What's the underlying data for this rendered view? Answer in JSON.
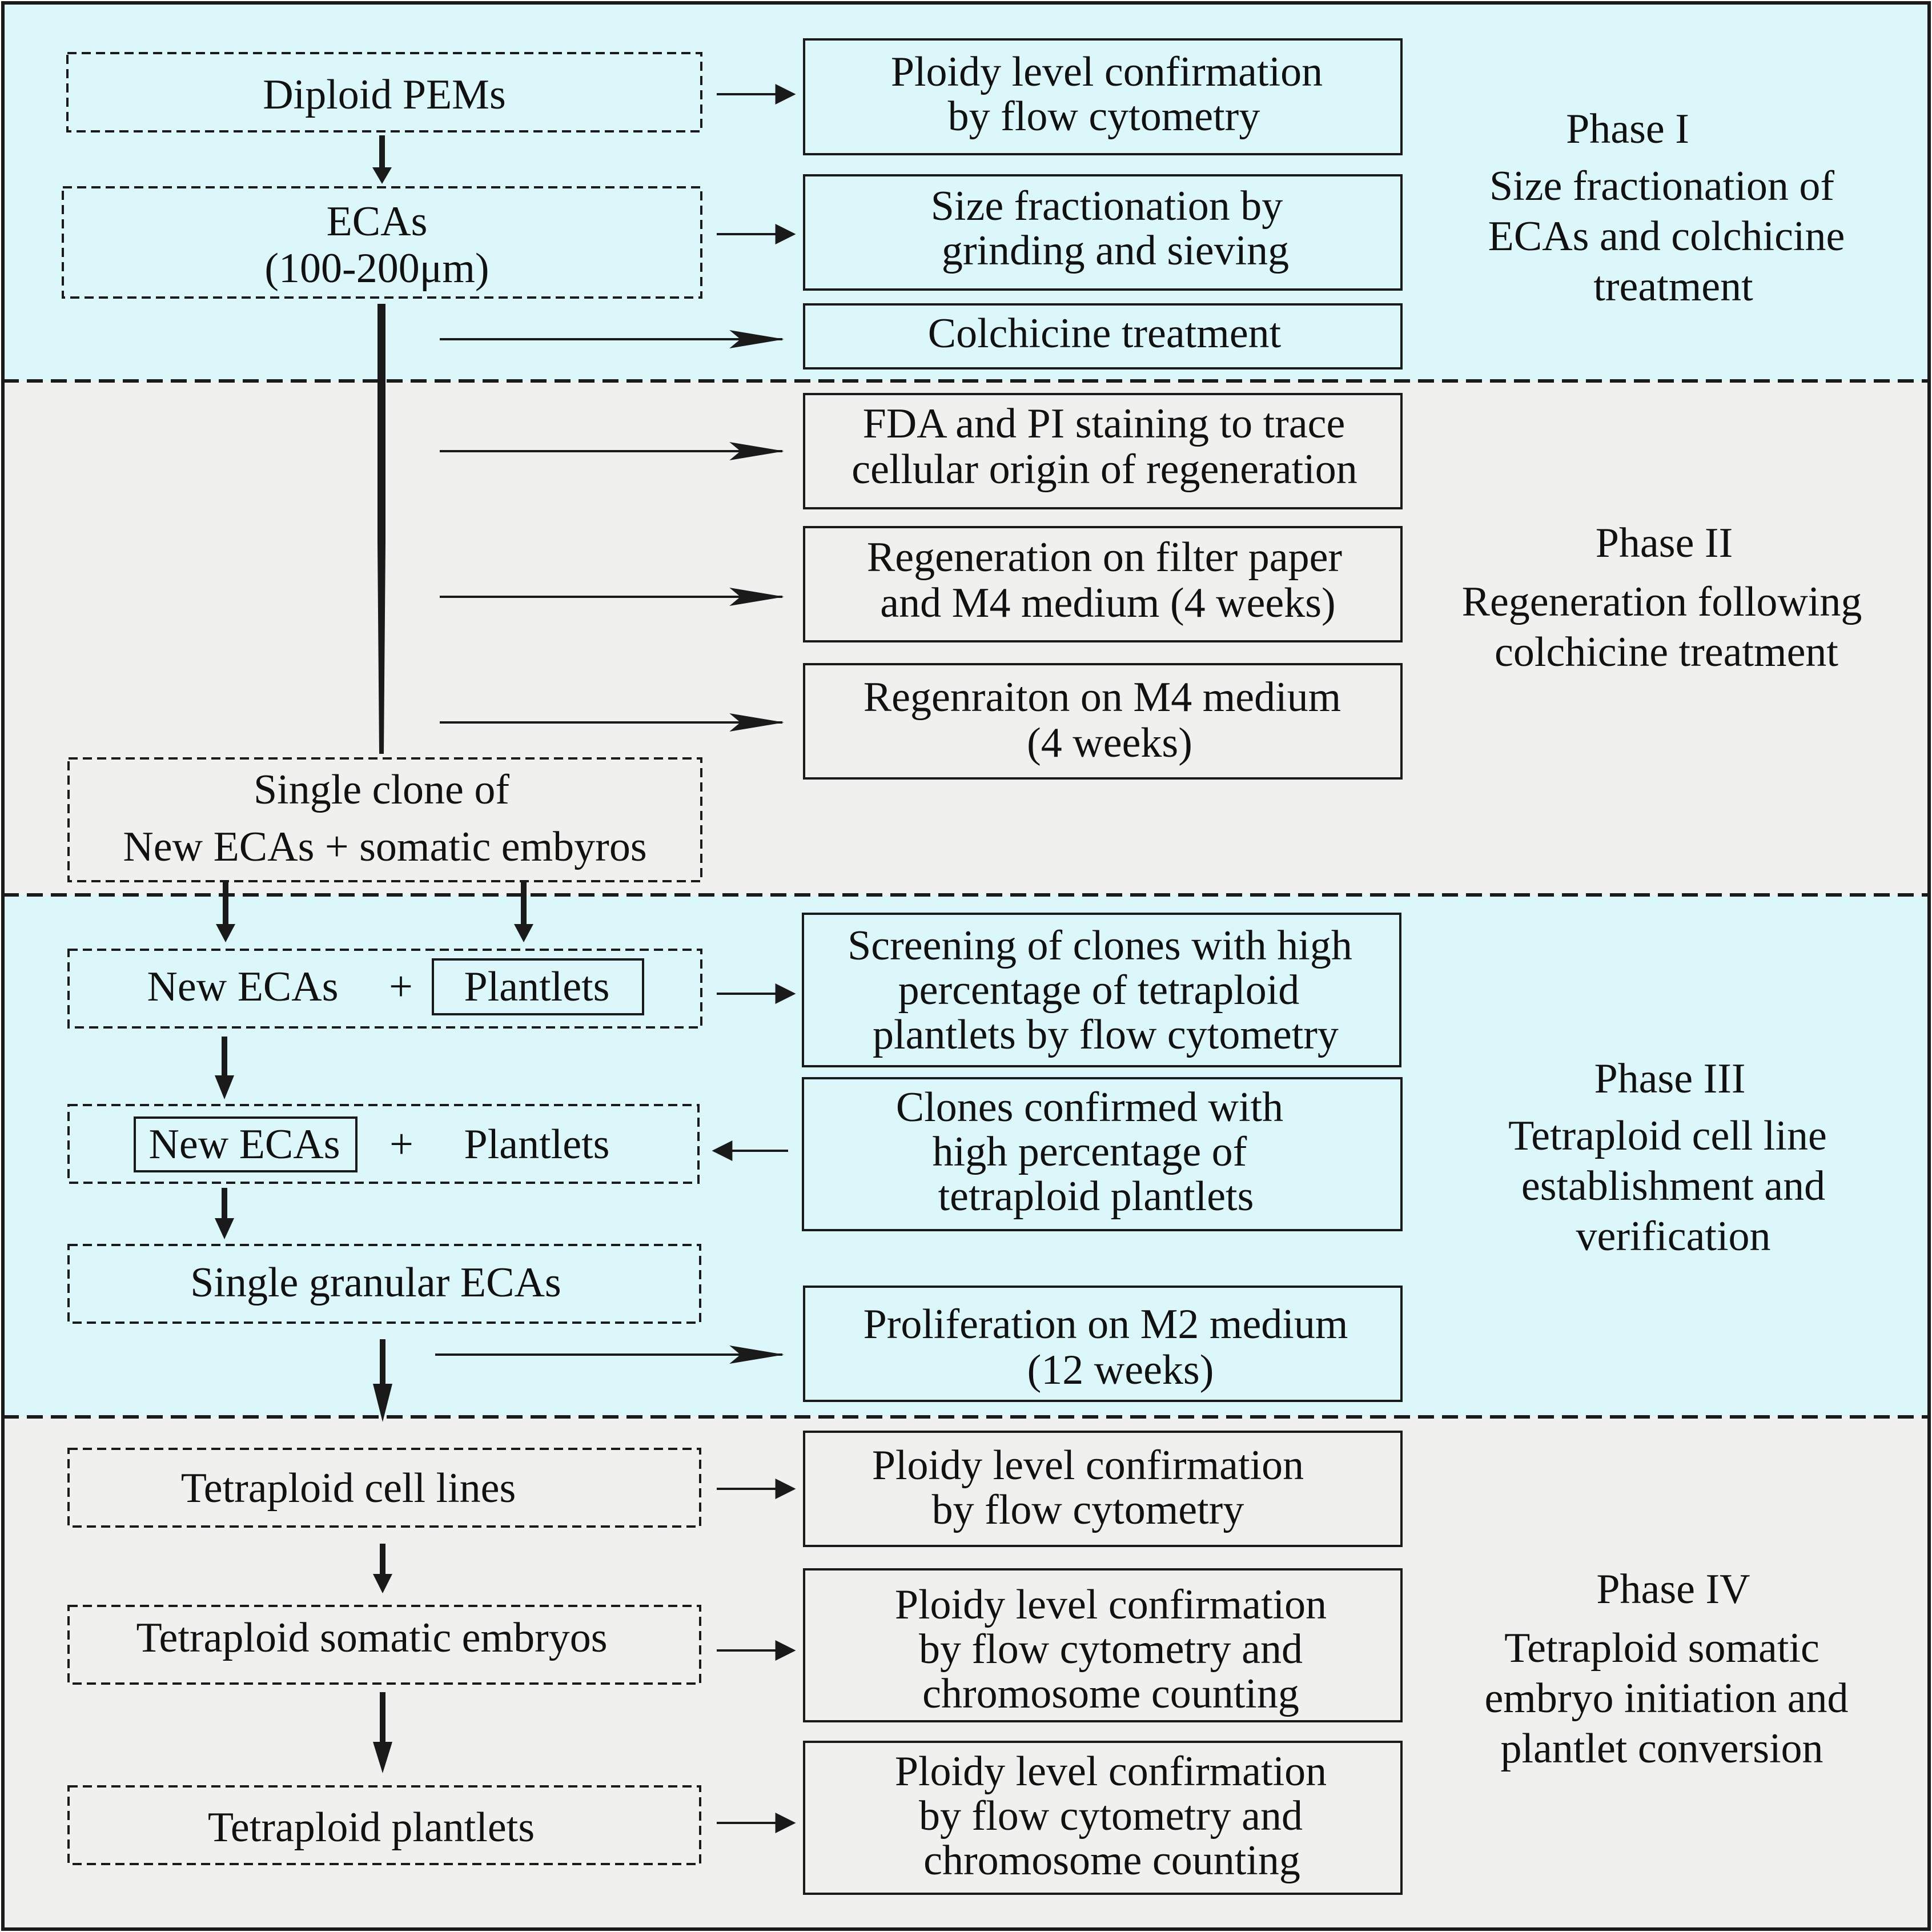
{
  "colors": {
    "phase_cyan": "#dcf7fa",
    "phase_gray": "#f0f0ef",
    "stroke": "#1a1a1a"
  },
  "phases": [
    {
      "label": "Phase I",
      "description": [
        "Size fractionation of",
        "ECAs  and colchicine",
        "treatment"
      ]
    },
    {
      "label": "Phase II",
      "description": [
        "Regeneration following",
        "colchicine treatment"
      ]
    },
    {
      "label": "Phase III",
      "description": [
        "Tetraploid cell line",
        "establishment and",
        "verification"
      ]
    },
    {
      "label": "Phase IV",
      "description": [
        "Tetraploid somatic",
        "embryo initiation and",
        "plantlet conversion"
      ]
    }
  ],
  "left_nodes": {
    "diploid_pems": [
      "Diploid PEMs"
    ],
    "ecas": [
      "ECAs",
      "(100-200μm)"
    ],
    "single_clone": [
      "Single clone of",
      "New ECAs + somatic embyros"
    ],
    "new_ecas_plantlets_1": {
      "left": "New ECAs",
      "plus": "+",
      "right": "Plantlets"
    },
    "new_ecas_plantlets_2": {
      "left": "New ECAs",
      "plus": "+",
      "right": "Plantlets"
    },
    "single_granular": [
      "Single granular ECAs"
    ],
    "tetraploid_cell_lines": [
      "Tetraploid  cell lines"
    ],
    "tetraploid_somatic_embryos": [
      "Tetraploid somatic embryos"
    ],
    "tetraploid_plantlets": [
      "Tetraploid plantlets"
    ]
  },
  "right_nodes": {
    "ploidy_1": [
      "Ploidy level confirmation",
      "by flow cytometry"
    ],
    "size_fractionation": [
      "Size fractionation by",
      "grinding and sieving"
    ],
    "colchicine": [
      "Colchicine treatment"
    ],
    "fda_pi": [
      "FDA and PI staining to trace",
      "cellular origin of regeneration"
    ],
    "regen_filter": [
      "Regeneration on filter paper",
      "and M4 medium (4 weeks)"
    ],
    "regen_m4": [
      "Regenraiton on M4 medium",
      "(4 weeks)"
    ],
    "screening": [
      "Screening  of clones with high",
      "percentage of tetraploid",
      "plantlets by flow cytometry"
    ],
    "clones_confirmed": [
      "Clones confirmed with",
      "high percentage of",
      "tetraploid plantlets"
    ],
    "proliferation": [
      "Proliferation on  M2 medium",
      "(12 weeks)"
    ],
    "ploidy_2": [
      "Ploidy level confirmation",
      "by flow cytometry"
    ],
    "ploidy_3": [
      "Ploidy level confirmation",
      "by flow cytometry and",
      "chromosome counting"
    ],
    "ploidy_4": [
      "Ploidy level confirmation",
      "by flow cytometry and",
      "chromosome counting"
    ]
  }
}
